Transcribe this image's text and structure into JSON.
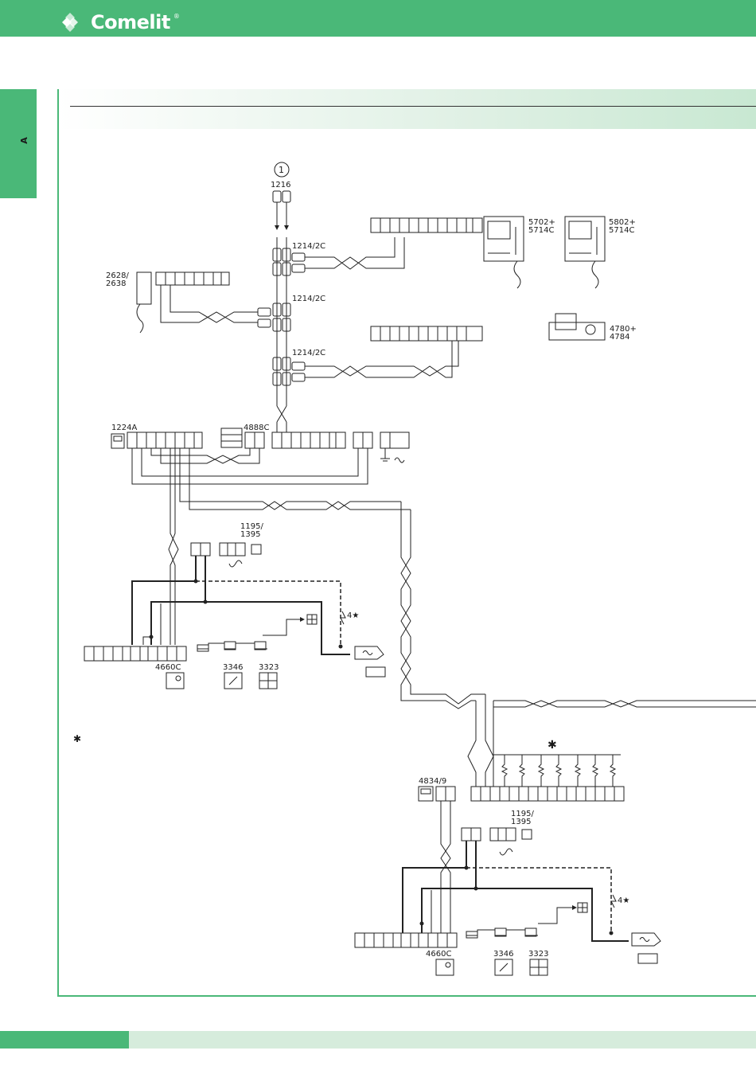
{
  "brand": {
    "name": "Comelit",
    "reg_mark": "®"
  },
  "side_tab": {
    "label": "A"
  },
  "diagram": {
    "node_1": "1",
    "labels": {
      "m1216": "1216",
      "m1214_a": "1214/2C",
      "m1214_b": "1214/2C",
      "m1214_c": "1214/2C",
      "m2628_l1": "2628/",
      "m2628_l2": "2638",
      "m5702_l1": "5702+",
      "m5702_l2": "5714C",
      "m5802_l1": "5802+",
      "m5802_l2": "5714C",
      "m4780_l1": "4780+",
      "m4780_l2": "4784",
      "m1224a": "1224A",
      "m4888c": "4888C",
      "m1195_a_l1": "1195/",
      "m1195_a_l2": "1395",
      "m4660c_a": "4660C",
      "m3346_a": "3346",
      "m3323_a": "3323",
      "m4834": "4834/9",
      "m1195_b_l1": "1195/",
      "m1195_b_l2": "1395",
      "m4660c_b": "4660C",
      "m3346_b": "3346",
      "m3323_b": "3323",
      "note_star": "4★",
      "note_star_b": "4★",
      "asterisk_note": "✱",
      "asterisk_top": "✱"
    }
  },
  "colors": {
    "accent": "#4ab878",
    "accent_light": "#d6ecdc"
  }
}
